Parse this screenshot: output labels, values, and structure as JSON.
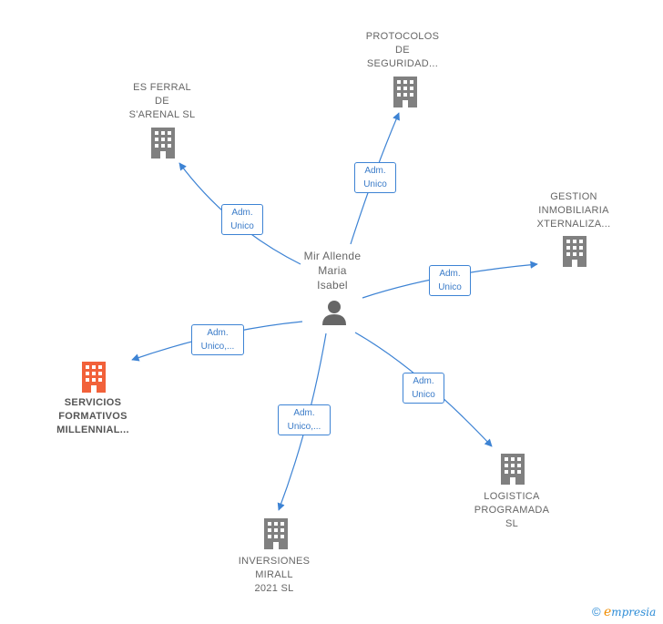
{
  "center": {
    "name": "Mir Allende\nMaria\nIsabel"
  },
  "companies": [
    {
      "id": "protocolos",
      "name": "PROTOCOLOS\nDE\nSEGURIDAD...",
      "role": "Adm.\nUnico",
      "highlight": false
    },
    {
      "id": "esferral",
      "name": "ES FERRAL\nDE\nS'ARENAL SL",
      "role": "Adm.\nUnico",
      "highlight": false
    },
    {
      "id": "gestion",
      "name": "GESTION\nINMOBILIARIA\nXTERNALIZA...",
      "role": "Adm.\nUnico",
      "highlight": false
    },
    {
      "id": "servicios",
      "name": "SERVICIOS\nFORMATIVOS\nMILLENNIAL...",
      "role": "Adm.\nUnico,...",
      "highlight": true
    },
    {
      "id": "logistica",
      "name": "LOGISTICA\nPROGRAMADA\nSL",
      "role": "Adm.\nUnico",
      "highlight": false
    },
    {
      "id": "inversiones",
      "name": "INVERSIONES\nMIRALL\n2021 SL",
      "role": "Adm.\nUnico,...",
      "highlight": false
    }
  ],
  "colors": {
    "edge": "#3d83d4",
    "building": "#808080",
    "highlight": "#f2613a",
    "person": "#666666"
  },
  "footer": {
    "copyright": "©",
    "brand_initial": "e",
    "brand_rest": "mpresia"
  }
}
